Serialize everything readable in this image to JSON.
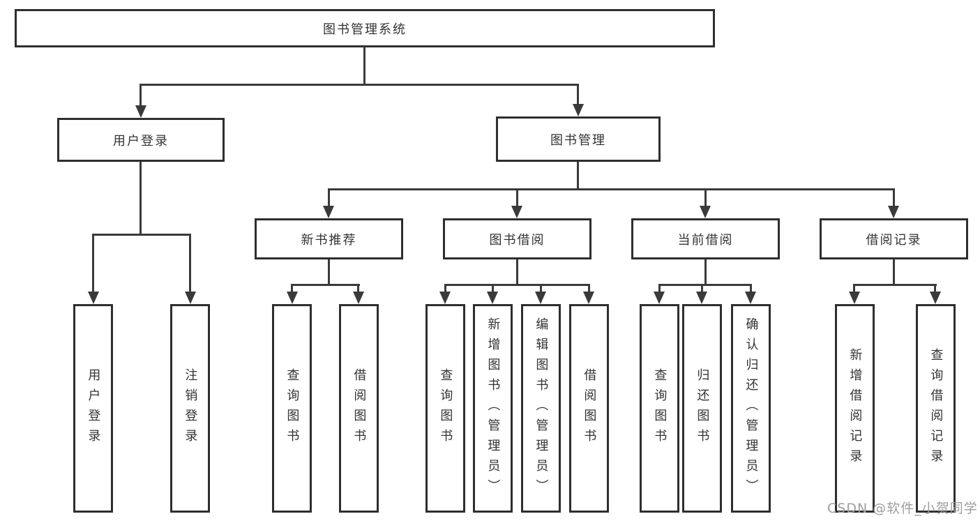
{
  "diagram_title": "图书管理系统",
  "tree": {
    "label": "图书管理系统",
    "children": [
      {
        "label": "用户登录",
        "children": [
          {
            "label": "用户登录"
          },
          {
            "label": "注销登录"
          }
        ]
      },
      {
        "label": "图书管理",
        "children": [
          {
            "label": "新书推荐",
            "children": [
              {
                "label": "查询图书"
              },
              {
                "label": "借阅图书"
              }
            ]
          },
          {
            "label": "图书借阅",
            "children": [
              {
                "label": "查询图书"
              },
              {
                "label": "新增图书（管理员）"
              },
              {
                "label": "编辑图书（管理员）"
              },
              {
                "label": "借阅图书"
              }
            ]
          },
          {
            "label": "当前借阅",
            "children": [
              {
                "label": "查询图书"
              },
              {
                "label": "归还图书"
              },
              {
                "label": "确认归还（管理员）"
              }
            ]
          },
          {
            "label": "借阅记录",
            "children": [
              {
                "label": "新增借阅记录"
              },
              {
                "label": "查询借阅记录"
              }
            ]
          }
        ]
      }
    ]
  },
  "watermark": {
    "text": "CSDN @软件_小贺同学"
  },
  "colors": {
    "background": "#ffffff",
    "box_border": "#2e2e2e",
    "line": "#3a3a3a",
    "text": "#333333",
    "watermark": "#9e9e9e"
  }
}
